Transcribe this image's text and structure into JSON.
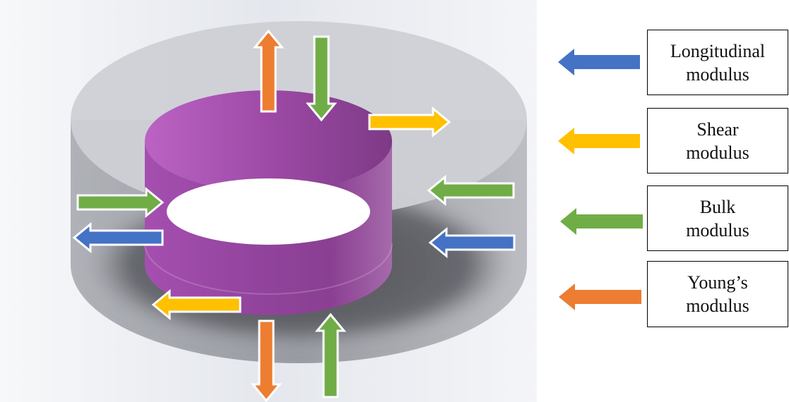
{
  "colors": {
    "longitudinal": "#4472c4",
    "shear": "#ffc000",
    "bulk": "#70ad47",
    "youngs": "#ed7d31",
    "ring": "#9a56a2"
  },
  "legend": [
    {
      "line1": "Longitudinal",
      "line2": "modulus",
      "color_key": "longitudinal"
    },
    {
      "line1": "Shear",
      "line2": "modulus",
      "color_key": "shear"
    },
    {
      "line1": "Bulk",
      "line2": "modulus",
      "color_key": "bulk"
    },
    {
      "line1": "Young’s",
      "line2": "modulus",
      "color_key": "youngs"
    }
  ]
}
